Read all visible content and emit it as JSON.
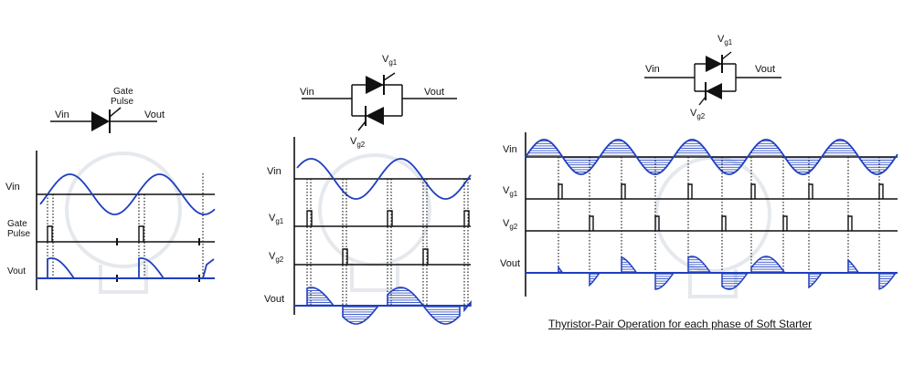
{
  "colors": {
    "wave": "#1f3fbf",
    "ink": "#111111",
    "hatch": "#1f3fbf",
    "watermark": "#d9dde3"
  },
  "panel1": {
    "gate_label_line1": "Gate",
    "gate_label_line2": "Pulse",
    "vin_label": "Vin",
    "vout_label": "Vout",
    "trace_vin": "Vin",
    "trace_gate_line1": "Gate",
    "trace_gate_line2": "Pulse",
    "trace_vout": "Vout"
  },
  "panel2": {
    "vin_label": "Vin",
    "vout_label": "Vout",
    "vg1_base": "V",
    "vg1_sub": "g1",
    "vg2_base": "V",
    "vg2_sub": "g2",
    "trace_vin": "Vin",
    "trace_vg1_base": "V",
    "trace_vg1_sub": "g1",
    "trace_vg2_base": "V",
    "trace_vg2_sub": "g2",
    "trace_vout": "Vout"
  },
  "panel3": {
    "vin_label": "Vin",
    "vout_label": "Vout",
    "vg1_base": "V",
    "vg1_sub": "g1",
    "vg2_base": "V",
    "vg2_sub": "g2",
    "trace_vin": "Vin",
    "trace_vg1_base": "V",
    "trace_vg1_sub": "g1",
    "trace_vg2_base": "V",
    "trace_vg2_sub": "g2",
    "trace_vout": "Vout",
    "caption": "Thyristor-Pair Operation for each phase of Soft Starter"
  }
}
